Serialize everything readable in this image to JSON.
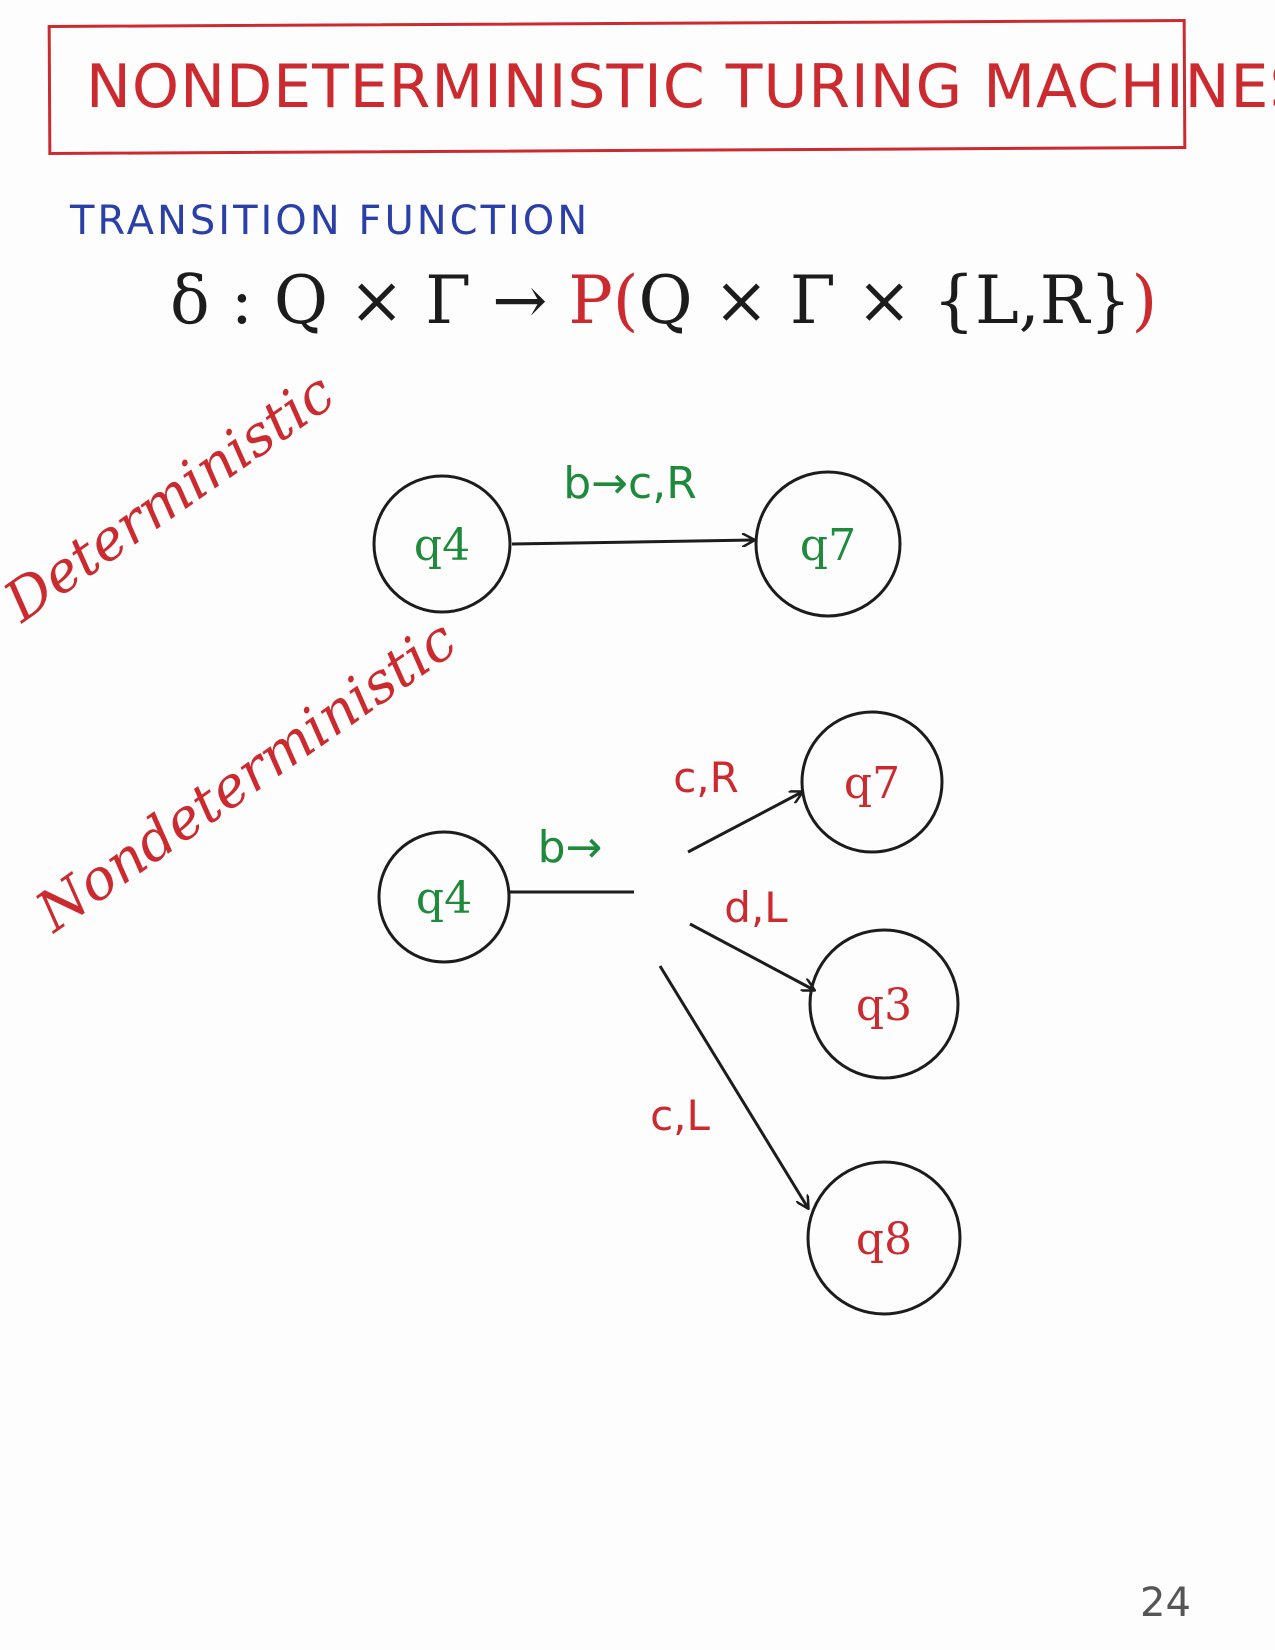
{
  "title": "NONDETERMINISTIC TURING MACHINES",
  "section_heading": "TRANSITION FUNCTION",
  "formula": {
    "left": "δ : Q × Γ →",
    "power_set": "P(",
    "right": "Q × Γ × {L,R}",
    "close": ")"
  },
  "deterministic": {
    "label": "Deterministic",
    "from_state": "q4",
    "to_state": "q7",
    "transition_label": "b→c,R"
  },
  "nondeterministic": {
    "label": "Nondeterministic",
    "from_state": "q4",
    "read_label": "b→",
    "branches": [
      {
        "label": "c,R",
        "to_state": "q7"
      },
      {
        "label": "d,L",
        "to_state": "q3"
      },
      {
        "label": "c,L",
        "to_state": "q8"
      }
    ]
  },
  "page_number": "24",
  "colors": {
    "title": "#cc2a2f",
    "heading": "#2a3fa8",
    "deterministic_ink": "#1f8a3c",
    "nondeterministic_ink": "#cc2a2f",
    "stroke": "#1c1c1c"
  }
}
